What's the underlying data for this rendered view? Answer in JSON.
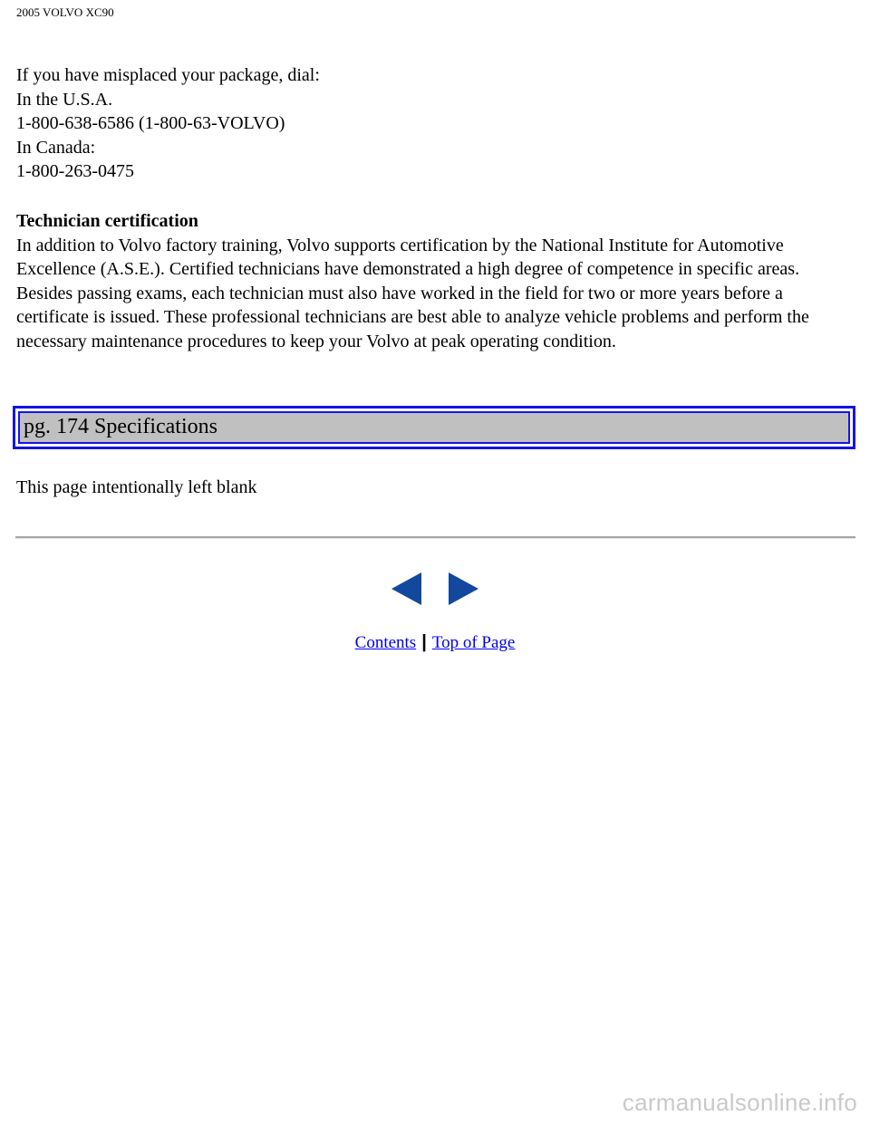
{
  "header": {
    "title": "2005 VOLVO XC90"
  },
  "contact": {
    "lines": [
      "If you have misplaced your package, dial:",
      "In the U.S.A.",
      "1-800-638-6586 (1-800-63-VOLVO)",
      "In Canada:",
      "1-800-263-0475"
    ]
  },
  "certification": {
    "heading": "Technician certification",
    "body": "In addition to Volvo factory training, Volvo supports certification by the National Institute for Automotive Excellence (A.S.E.). Certified technicians have demonstrated a high degree of competence in specific areas. Besides passing exams, each technician must also have worked in the field for two or more years before a certificate is issued. These professional technicians are best able to analyze vehicle problems and perform the necessary maintenance procedures to keep your Volvo at peak operating condition."
  },
  "banner": {
    "label": "pg. 174 Specifications"
  },
  "blank_note": "This page intentionally left blank",
  "nav": {
    "prev_icon": "arrow-left-icon",
    "next_icon": "arrow-right-icon",
    "arrow_color": "#12489e"
  },
  "footer": {
    "contents_label": "Contents",
    "separator": "|",
    "top_label": "Top of Page"
  },
  "watermark": "carmanualsonline.info",
  "colors": {
    "banner_border": "#1414e6",
    "banner_fill": "#c0c0c0",
    "link": "#0000ee"
  }
}
